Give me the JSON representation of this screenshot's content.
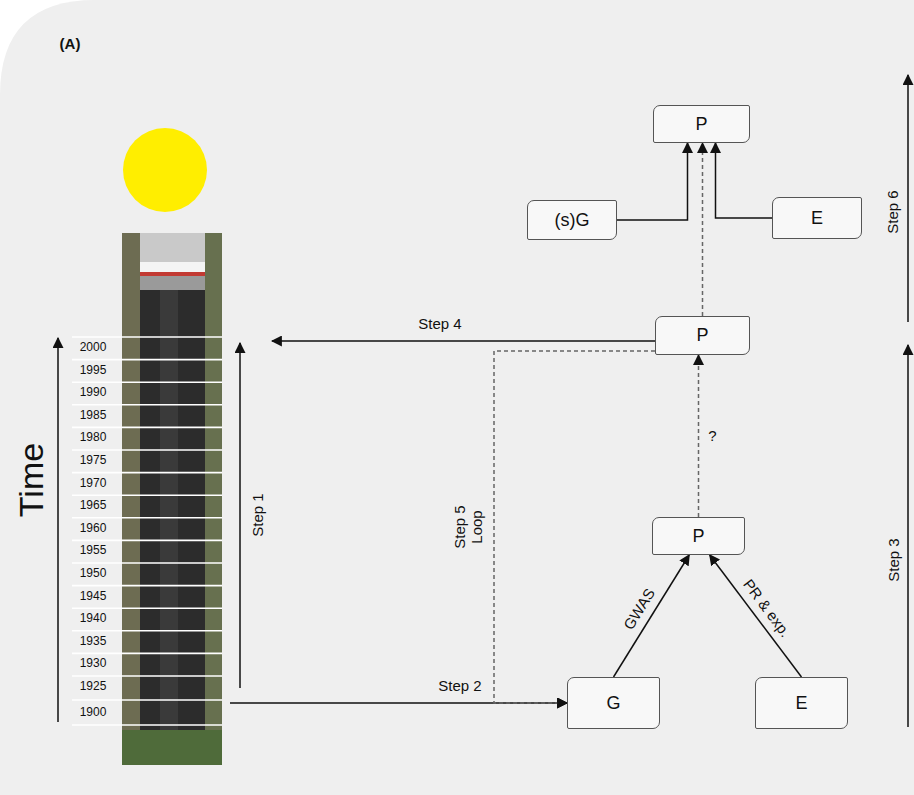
{
  "diagram": {
    "nodes": [
      {
        "text": [
          "P"
        ]
      },
      {
        "text": [
          "(s)G"
        ]
      },
      {
        "text": [
          "E"
        ]
      },
      {
        "text": [
          "P"
        ]
      },
      {
        "text": [
          "P"
        ]
      },
      {
        "text": [
          "G"
        ]
      },
      {
        "text": [
          "E"
        ]
      }
    ],
    "edges": [
      {
        "from": 5,
        "to": 4,
        "arrow": "to",
        "label": "GWAS"
      },
      {
        "from": 6,
        "to": 4,
        "arrow": "to",
        "label": "PR & exp."
      },
      {
        "from": 4,
        "to": 3,
        "arrow": "to",
        "label": "?"
      },
      {
        "from": 3,
        "to": 0,
        "arrow": "to"
      },
      {
        "from": 1,
        "to": 0,
        "arrow": "to"
      },
      {
        "from": 2,
        "to": 0,
        "arrow": "to"
      },
      {
        "from": 3,
        "to": 5,
        "arrow": "to",
        "label": "Step 5 Loop"
      }
    ],
    "labels": [
      "(A)",
      "Time",
      "2000",
      "1995",
      "1990",
      "1985",
      "1980",
      "1975",
      "1970",
      "1965",
      "1960",
      "1955",
      "1950",
      "1945",
      "1940",
      "1935",
      "1930",
      "1925",
      "1900",
      "Step 1",
      "Step 2",
      "Step 4",
      "Step 3",
      "Step 6"
    ]
  }
}
